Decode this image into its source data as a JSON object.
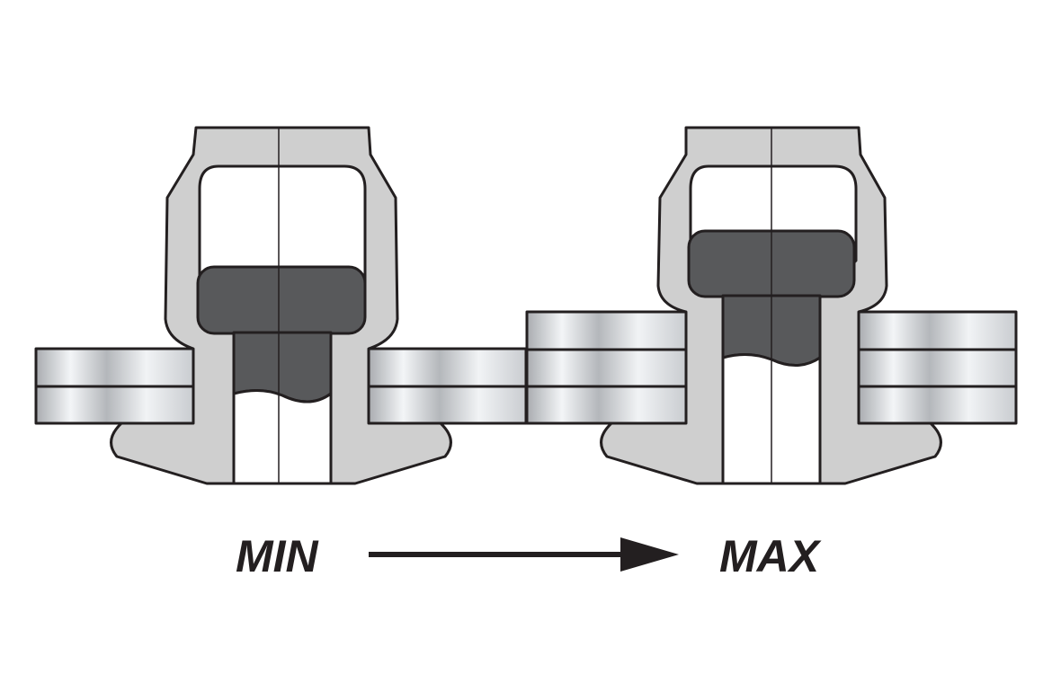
{
  "labels": {
    "min": "MIN",
    "max": "MAX"
  },
  "colors": {
    "outline": "#231f20",
    "rivet_body": "#cfcfcf",
    "mandrel": "#58595b",
    "plate_light": "#eef1f4",
    "plate_dark": "#a9acb0",
    "background": "#ffffff"
  },
  "diagram": {
    "arrow_direction": "right",
    "rivets": [
      {
        "state": "min",
        "plate_layers": 2
      },
      {
        "state": "max",
        "plate_layers": 3
      }
    ]
  }
}
